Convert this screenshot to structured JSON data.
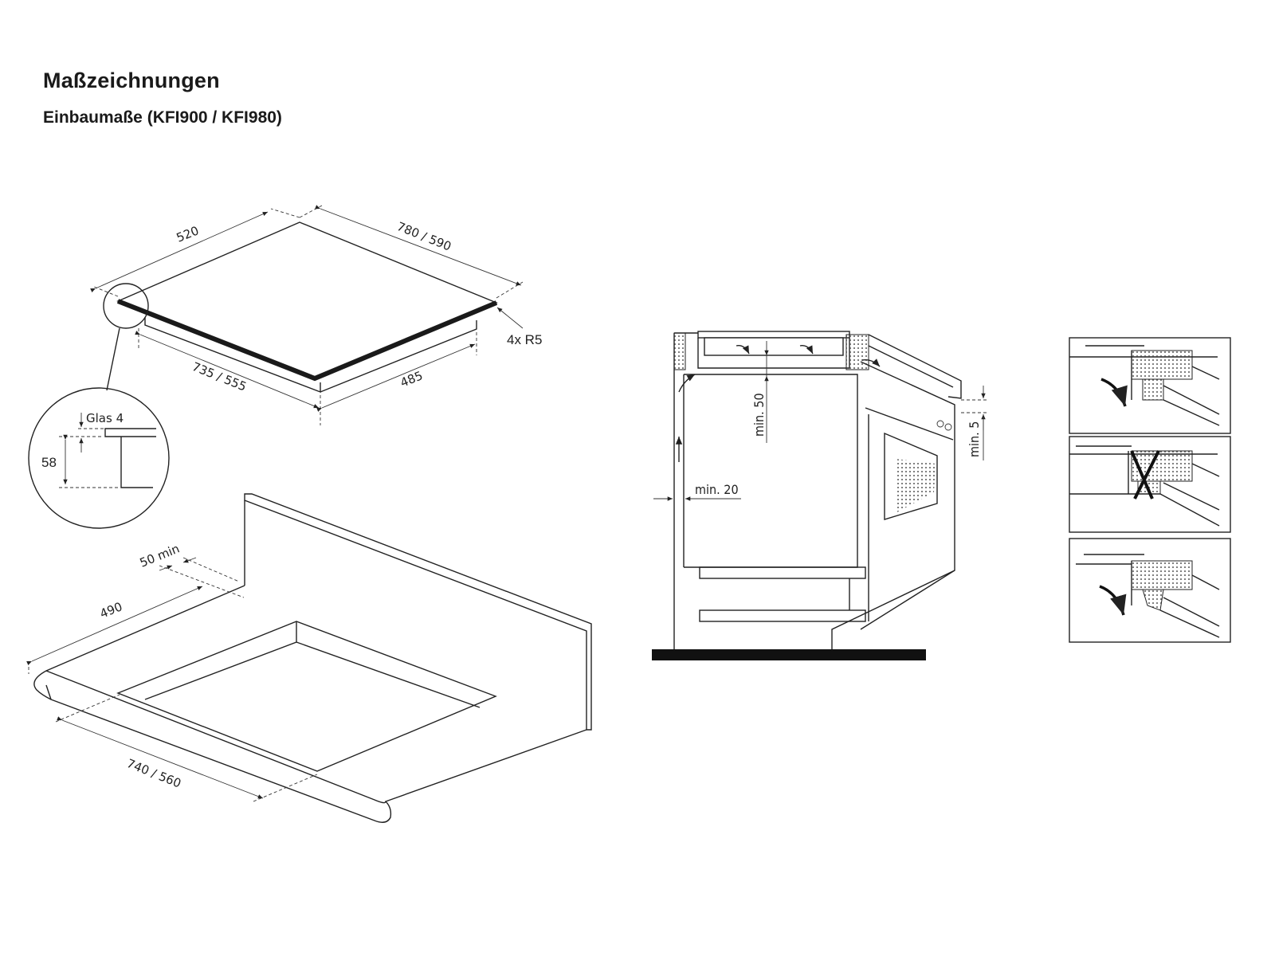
{
  "header": {
    "title": "Maßzeichnungen",
    "subtitle": "Einbaumaße (KFI900 / KFI980)"
  },
  "hob": {
    "depth": "520",
    "width": "780 / 590",
    "corner_radius": "4x R5",
    "inner_width": "735 / 555",
    "inner_depth": "485"
  },
  "detail": {
    "glass": "Glas 4",
    "height": "58"
  },
  "cutout": {
    "wall_distance": "50 min",
    "depth": "490",
    "width": "740 / 560"
  },
  "ventilation": {
    "gap_top": "min. 50",
    "gap_side": "min. 20",
    "gap_front": "min. 5"
  }
}
